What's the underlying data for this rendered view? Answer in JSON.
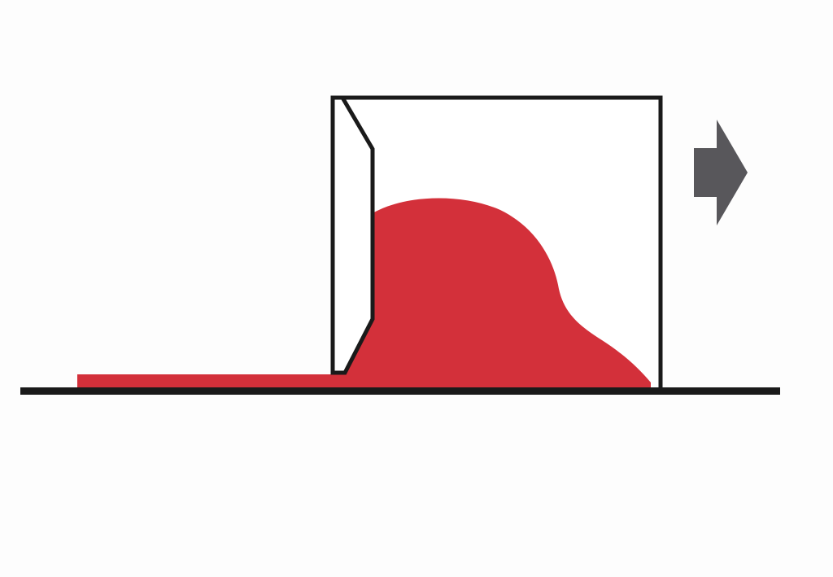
{
  "diagram": {
    "colors": {
      "background": "#fdfdfd",
      "material": "#d3303a",
      "outline": "#1a1a1a",
      "box_fill": "#ffffff",
      "arrow": "#58575b"
    },
    "elements": [
      "ground-line",
      "spread-material-layer",
      "material-mound",
      "box-frame",
      "blade-gate",
      "direction-arrow-icon"
    ],
    "arrow_direction": "right"
  }
}
